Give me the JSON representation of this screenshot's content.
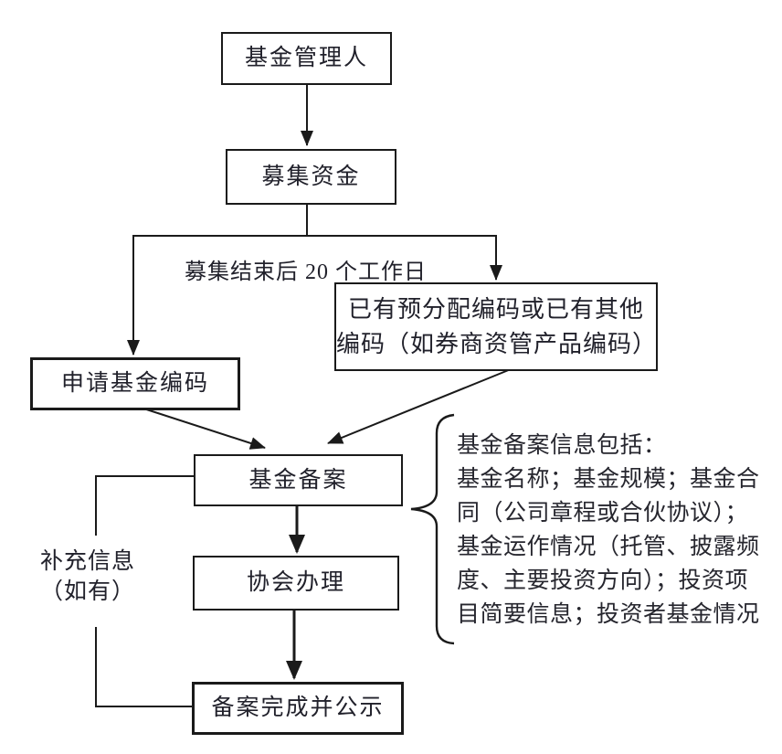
{
  "diagram": {
    "type": "flowchart",
    "nodes": {
      "manager": "基金管理人",
      "raise": "募集资金",
      "apply_code": "申请基金编码",
      "existing_code_line1": "已有预分配编码或已有其他",
      "existing_code_line2": "编码（如券商资管产品编码）",
      "filing": "基金备案",
      "association": "协会办理",
      "complete": "备案完成并公示"
    },
    "labels": {
      "after_raising": "募集结束后 20 个工作日",
      "supplement_line1": "补充信息",
      "supplement_line2": "（如有）"
    },
    "note": {
      "lines": [
        "基金备案信息包括：",
        "基金名称；基金规模；基金合",
        "同（公司章程或合伙协议）；",
        "基金运作情况（托管、披露频",
        "度、主要投资方向）；投资项",
        "目简要信息；投资者基金情况"
      ]
    },
    "colors": {
      "line": "#1a1a1a",
      "text": "#21212b",
      "background": "#ffffff"
    }
  }
}
